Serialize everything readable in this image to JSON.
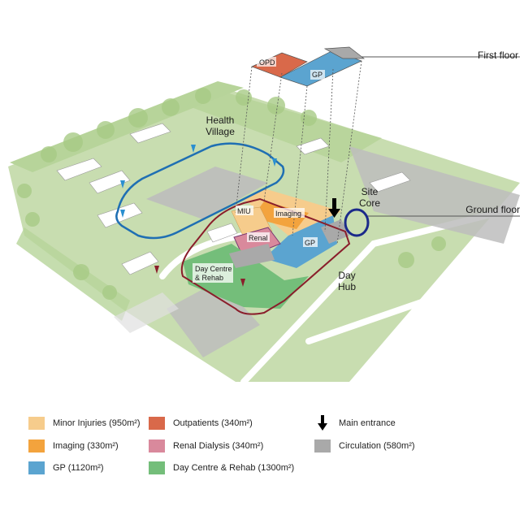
{
  "labels": {
    "first_floor": "First floor",
    "ground_floor": "Ground floor",
    "health_village_line1": "Health",
    "health_village_line2": "Village",
    "site_core_line1": "Site",
    "site_core_line2": "Core",
    "day_hub_line1": "Day",
    "day_hub_line2": "Hub"
  },
  "zones": {
    "opd": "OPD",
    "gp_first": "GP",
    "miu": "MIU",
    "imaging": "Imaging",
    "renal": "Renal",
    "gp_ground": "GP",
    "day_centre_line1": "Day Centre",
    "day_centre_line2": "& Rehab"
  },
  "legend": [
    {
      "label": "Minor Injuries (950m²)",
      "color": "#f6cc8c"
    },
    {
      "label": "Imaging (330m²)",
      "color": "#f3a33d"
    },
    {
      "label": "GP (1120m²)",
      "color": "#5ba4d0"
    },
    {
      "label": "Outpatients (340m²)",
      "color": "#d9694a"
    },
    {
      "label": "Renal Dialysis (340m²)",
      "color": "#d9899c"
    },
    {
      "label": "Day Centre & Rehab (1300m²)",
      "color": "#74be7a"
    },
    {
      "label": "Main entrance",
      "icon": "down-arrow-icon"
    },
    {
      "label": "Circulation (580m²)",
      "color": "#a9a9a9"
    }
  ],
  "colors": {
    "site_green": "#c8ddb0",
    "tree_canopy": "#b7d49a",
    "health_village_loop": "#1f6fb3",
    "day_hub_loop": "#8a1e2b",
    "site_core_ring": "#1b2a8a"
  }
}
